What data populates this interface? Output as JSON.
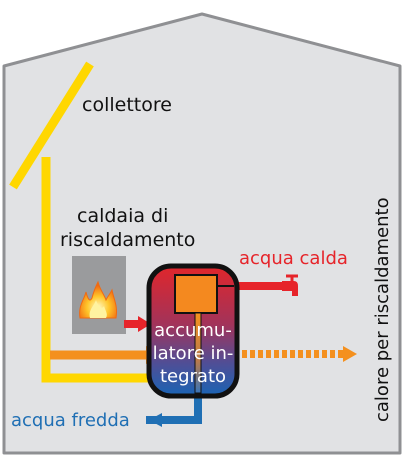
{
  "labels": {
    "collector": "collettore",
    "boiler_line1": "caldaia di",
    "boiler_line2": "riscaldamento",
    "hot_water": "acqua calda",
    "storage_line1": "accumu-",
    "storage_line2": "latore in-",
    "storage_line3": "tegrato",
    "cold_water": "acqua fredda",
    "heating_output": "calore per riscaldamento"
  },
  "colors": {
    "house_fill": "#e1e2e4",
    "house_outline": "#8f9093",
    "solar_circuit": "#ffd700",
    "boiler_circuit": "#f4901e",
    "hot_water": "#e6242a",
    "cold_water": "#1f6fb4",
    "hot_water_label": "#e6242a",
    "cold_water_label": "#1f6fb4"
  },
  "icons": [
    "flame-icon",
    "faucet-icon"
  ]
}
